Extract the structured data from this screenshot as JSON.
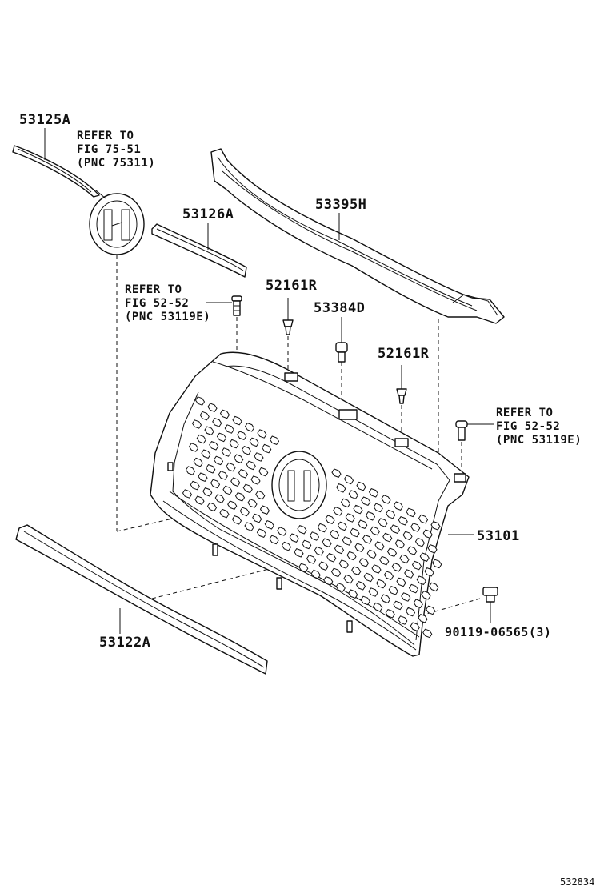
{
  "diagram": {
    "parts": {
      "p53125A": "53125A",
      "p53126A": "53126A",
      "p53395H": "53395H",
      "p52161R_a": "52161R",
      "p53384D": "53384D",
      "p52161R_b": "52161R",
      "p53101": "53101",
      "p53122A": "53122A",
      "p90119": "90119-06565(3)"
    },
    "refs": {
      "emblem": [
        "REFER TO",
        "FIG 75-51",
        "(PNC 75311)"
      ],
      "left_clip": [
        "REFER TO",
        "FIG 52-52",
        "(PNC 53119E)"
      ],
      "right_clip": [
        "REFER TO",
        "FIG 52-52",
        "(PNC 53119E)"
      ]
    },
    "figure_id": "532834"
  }
}
